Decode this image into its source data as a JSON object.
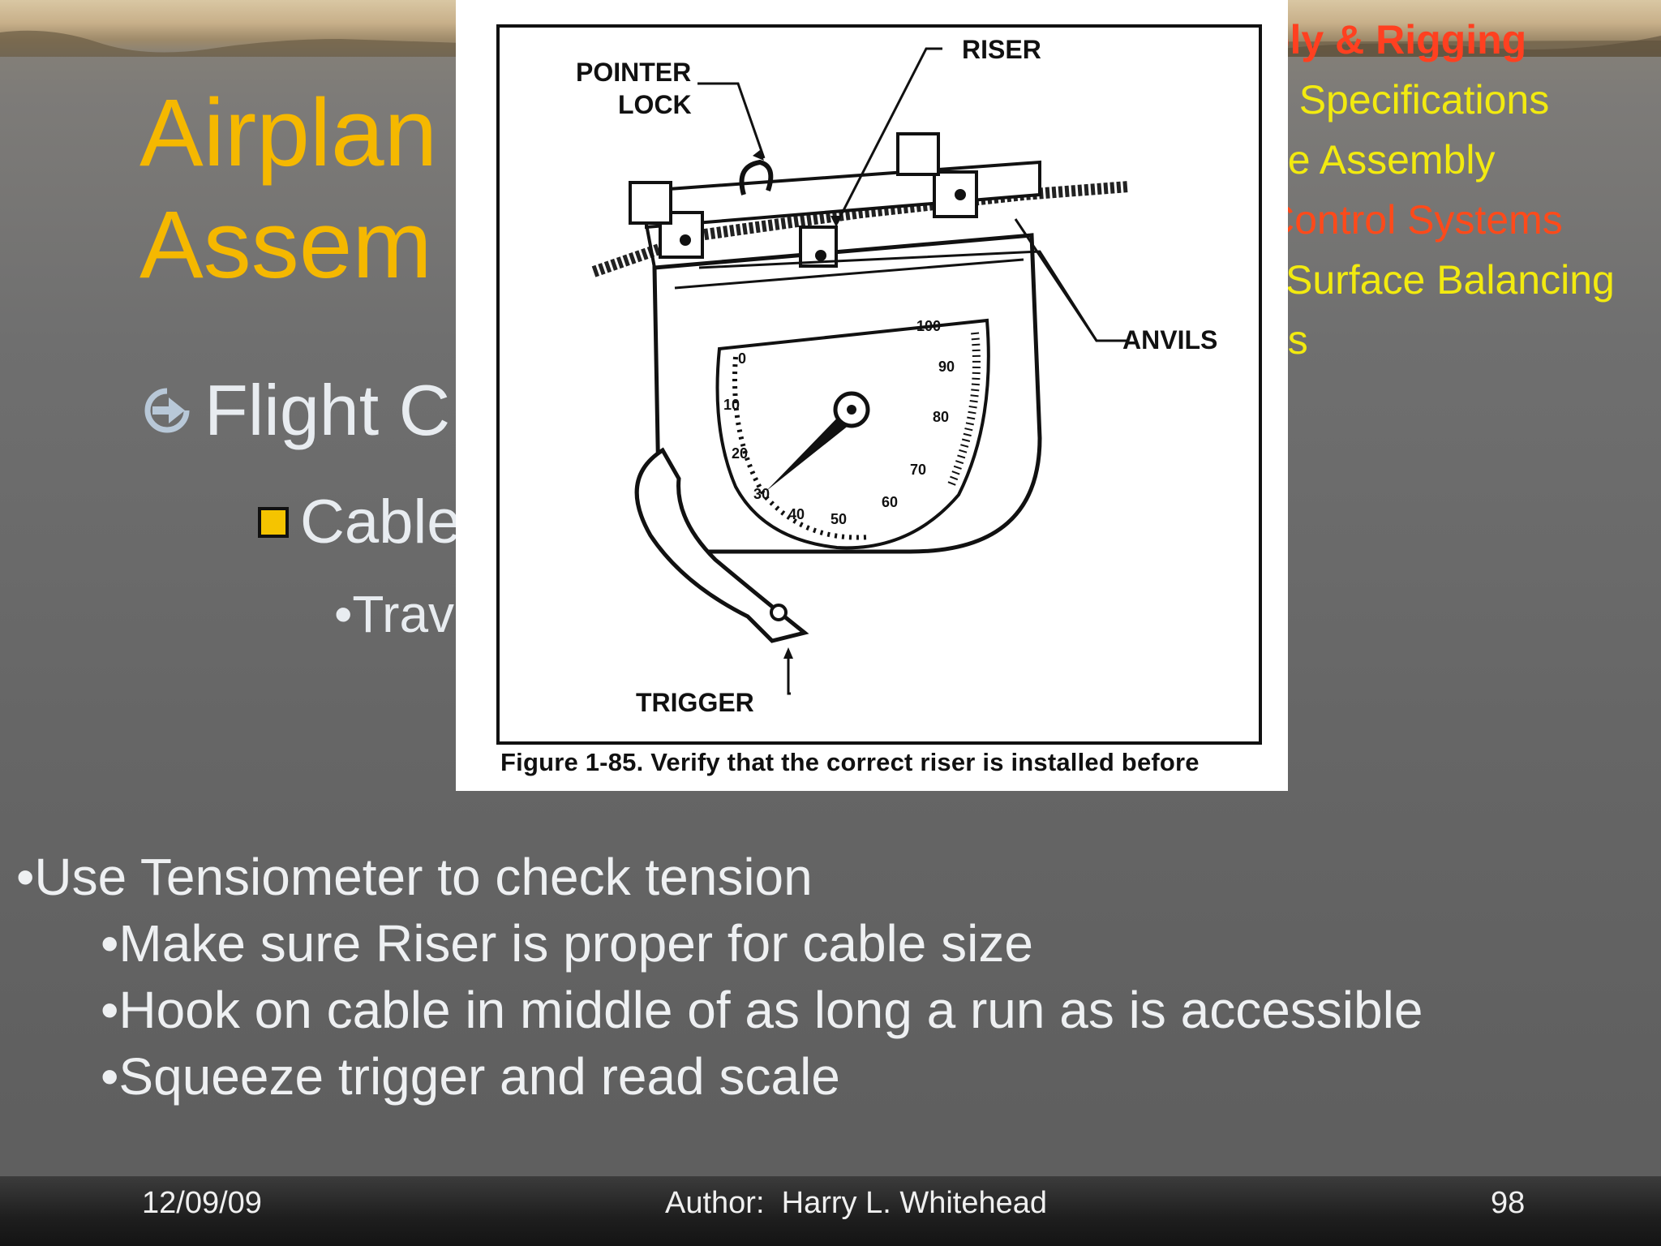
{
  "slide": {
    "title_line1": "Airplan",
    "title_line2": "Assem",
    "topics": [
      {
        "text": "bly & Rigging",
        "color": "#ff4020"
      },
      {
        "text": "g Specifications",
        "color": "#f2ea10"
      },
      {
        "text": "ne Assembly",
        "color": "#f2ea10"
      },
      {
        "text": "Control Systems",
        "color": "#ff4a1a"
      },
      {
        "text": "l Surface Balancing",
        "color": "#f2ea10"
      },
      {
        "text": "es",
        "color": "#f2ea10"
      }
    ],
    "bullet_level1": "Flight C",
    "bullet_level2": "Cable",
    "bullet_level3": "•Trav",
    "icons": {
      "level1": "circle-arrow-icon",
      "level2": "square-bullet-icon"
    }
  },
  "figure": {
    "labels": {
      "pointer": "POINTER",
      "lock": "LOCK",
      "riser": "RISER",
      "anvils": "ANVILS",
      "trigger": "TRIGGER"
    },
    "dial_numbers": [
      "0",
      "10",
      "20",
      "30",
      "40",
      "50",
      "60",
      "70",
      "80",
      "90",
      "100"
    ],
    "caption": "Figure 1-85. Verify that the correct riser is installed before"
  },
  "notes": [
    "•Use Tensiometer to check tension",
    "•Make sure Riser is proper for cable size",
    "•Hook on cable in middle of as long a run as is accessible",
    "•Squeeze trigger and read scale"
  ],
  "footer": {
    "date": "12/09/09",
    "author": "Author:  Harry L. Whitehead",
    "page": "98"
  }
}
